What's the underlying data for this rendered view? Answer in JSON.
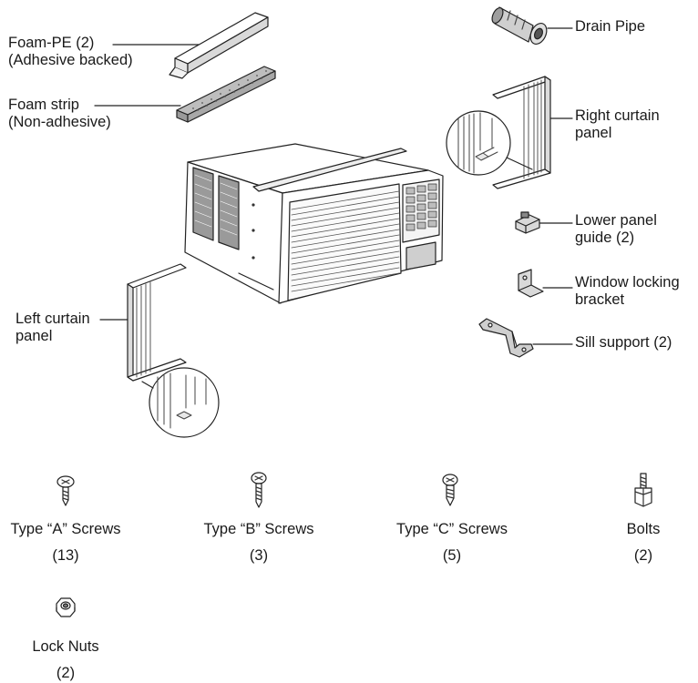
{
  "parts": {
    "foam_pe": {
      "line1": "Foam-PE (2)",
      "line2": "(Adhesive backed)",
      "icon": "adhesive-foam-strip"
    },
    "foam_strip": {
      "line1": "Foam strip",
      "line2": "(Non-adhesive)",
      "icon": "non-adhesive-foam-strip"
    },
    "drain_pipe": {
      "line1": "Drain Pipe",
      "icon": "drain-pipe"
    },
    "right_curtain": {
      "line1": "Right curtain",
      "line2": "panel",
      "icon": "curtain-panel"
    },
    "lower_guide": {
      "line1": "Lower panel",
      "line2": "guide (2)",
      "icon": "panel-guide"
    },
    "locking_bracket": {
      "line1": "Window locking",
      "line2": "bracket",
      "icon": "locking-bracket"
    },
    "sill_support": {
      "line1": "Sill support (2)",
      "icon": "sill-support"
    },
    "left_curtain": {
      "line1": "Left curtain",
      "line2": "panel",
      "icon": "curtain-panel"
    },
    "main_unit": {
      "icon": "window-air-conditioner"
    }
  },
  "hardware": [
    {
      "name": "Type “A” Screws",
      "count": "(13)",
      "icon": "pan-head-screw"
    },
    {
      "name": "Type “B” Screws",
      "count": "(3)",
      "icon": "long-screw"
    },
    {
      "name": "Type “C” Screws",
      "count": "(5)",
      "icon": "short-screw"
    },
    {
      "name": "Bolts",
      "count": "(2)",
      "icon": "hex-bolt"
    },
    {
      "name": "Lock Nuts",
      "count": "(2)",
      "icon": "hex-nut"
    }
  ]
}
